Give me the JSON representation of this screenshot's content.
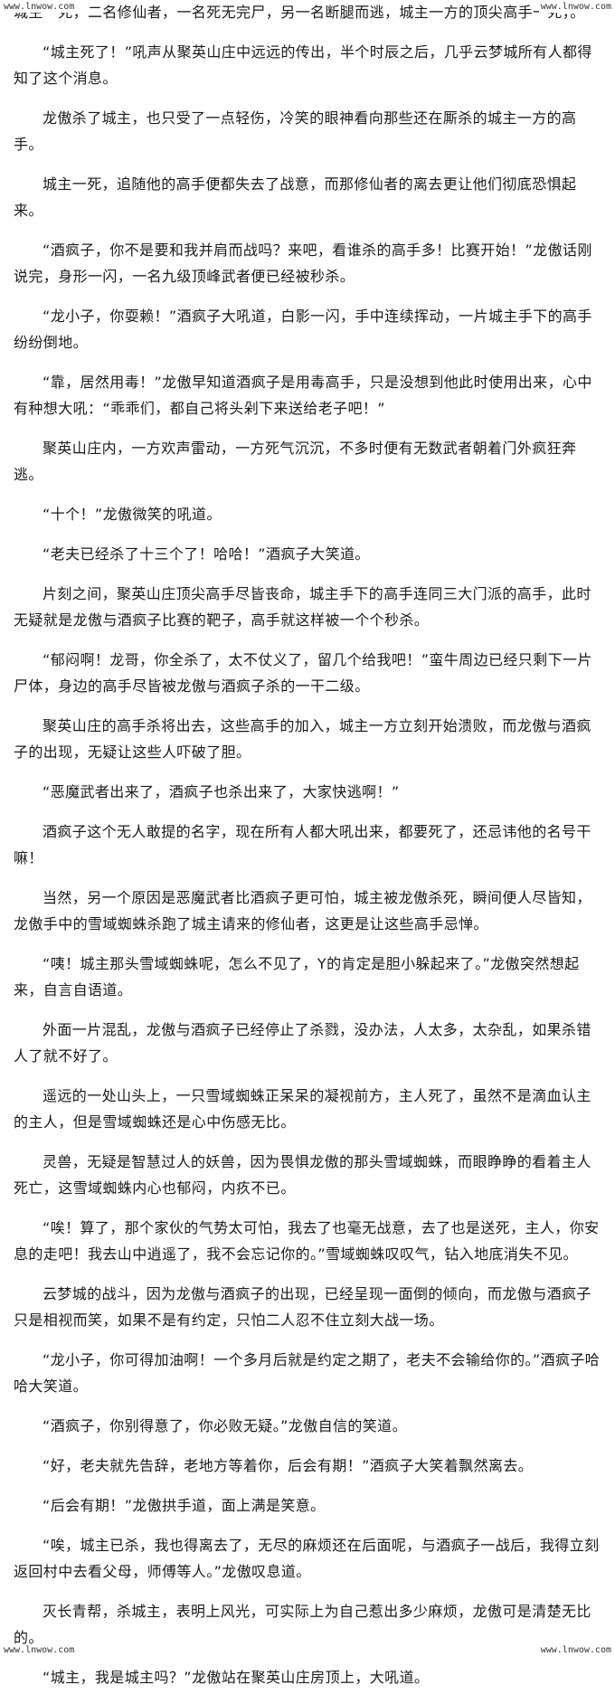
{
  "watermarks": {
    "top_left": "www.lnwow.com",
    "top_right": "www.lnwow.com",
    "bottom_left": "www.lnwow.com",
    "bottom_right": "www.lnwow.com"
  },
  "paragraphs": [
    "城主一死，二名修仙者，一名死无完尸，另一名断腿而逃，城主一方的顶尖高手一死，。",
    "“城主死了！”吼声从聚英山庄中远远的传出，半个时辰之后，几乎云梦城所有人都得知了这个消息。",
    "龙傲杀了城主，也只受了一点轻伤，冷笑的眼神看向那些还在厮杀的城主一方的高手。",
    "城主一死，追随他的高手便都失去了战意，而那修仙者的离去更让他们彻底恐惧起来。",
    "“酒疯子，你不是要和我并肩而战吗？来吧，看谁杀的高手多！比赛开始！”龙傲话刚说完，身形一闪，一名九级顶峰武者便已经被秒杀。",
    "“龙小子，你耍赖！”酒疯子大吼道，白影一闪，手中连续挥动，一片城主手下的高手纷纷倒地。",
    "“靠，居然用毒！”龙傲早知道酒疯子是用毒高手，只是没想到他此时使用出来，心中有种想大吼：“乖乖们，都自己将头剁下来送给老子吧！”",
    "聚英山庄内，一方欢声雷动，一方死气沉沉，不多时便有无数武者朝着门外疯狂奔逃。",
    "“十个！”龙傲微笑的吼道。",
    "“老夫已经杀了十三个了！哈哈！”酒疯子大笑道。",
    "片刻之间，聚英山庄顶尖高手尽皆丧命，城主手下的高手连同三大门派的高手，此时无疑就是龙傲与酒疯子比赛的靶子，高手就这样被一个个秒杀。",
    "“郁闷啊！龙哥，你全杀了，太不仗义了，留几个给我吧！”蛮牛周边已经只剩下一片尸体，身边的高手尽皆被龙傲与酒疯子杀的一干二级。",
    "聚英山庄的高手杀将出去，这些高手的加入，城主一方立刻开始溃败，而龙傲与酒疯子的出现，无疑让这些人吓破了胆。",
    "“恶魔武者出来了，酒疯子也杀出来了，大家快逃啊！”",
    "酒疯子这个无人敢提的名字，现在所有人都大吼出来，都要死了，还忌讳他的名号干嘛！",
    "当然，另一个原因是恶魔武者比酒疯子更可怕，城主被龙傲杀死，瞬间便人尽皆知，龙傲手中的雪域蜘蛛杀跑了城主请来的修仙者，这更是让这些高手忌惮。",
    "“咦！城主那头雪域蜘蛛呢，怎么不见了，Y的肯定是胆小躲起来了。”龙傲突然想起来，自言自语道。",
    "外面一片混乱，龙傲与酒疯子已经停止了杀戮，没办法，人太多，太杂乱，如果杀错人了就不好了。",
    "遥远的一处山头上，一只雪域蜘蛛正呆呆的凝视前方，主人死了，虽然不是滴血认主的主人，但是雪域蜘蛛还是心中伤感无比。",
    "灵兽，无疑是智慧过人的妖兽，因为畏惧龙傲的那头雪域蜘蛛，而眼睁睁的看着主人死亡，这雪域蜘蛛内心也郁闷，内疚不已。",
    "“唉！算了，那个家伙的气势太可怕，我去了也毫无战意，去了也是送死，主人，你安息的走吧！我去山中逍遥了，我不会忘记你的。”雪域蜘蛛叹叹气，钻入地底消失不见。",
    "云梦城的战斗，因为龙傲与酒疯子的出现，已经呈现一面倒的倾向，而龙傲与酒疯子只是相视而笑，如果不是有约定，只怕二人忍不住立刻大战一场。",
    "“龙小子，你可得加油啊！一个多月后就是约定之期了，老夫不会输给你的。”酒疯子哈哈大笑道。",
    "“酒疯子，你别得意了，你必败无疑。”龙傲自信的笑道。",
    "“好，老夫就先告辞，老地方等着你，后会有期！”酒疯子大笑着飘然离去。",
    "“后会有期！”龙傲拱手道，面上满是笑意。",
    "“唉，城主已杀，我也得离去了，无尽的麻烦还在后面呢，与酒疯子一战后，我得立刻返回村中去看父母，师傅等人。”龙傲叹息道。",
    "灭长青帮，杀城主，表明上风光，可实际上为自己惹出多少麻烦，龙傲可是清楚无比的。",
    "“城主，我是城主吗？”龙傲站在聚英山庄房顶上，大吼道。"
  ]
}
